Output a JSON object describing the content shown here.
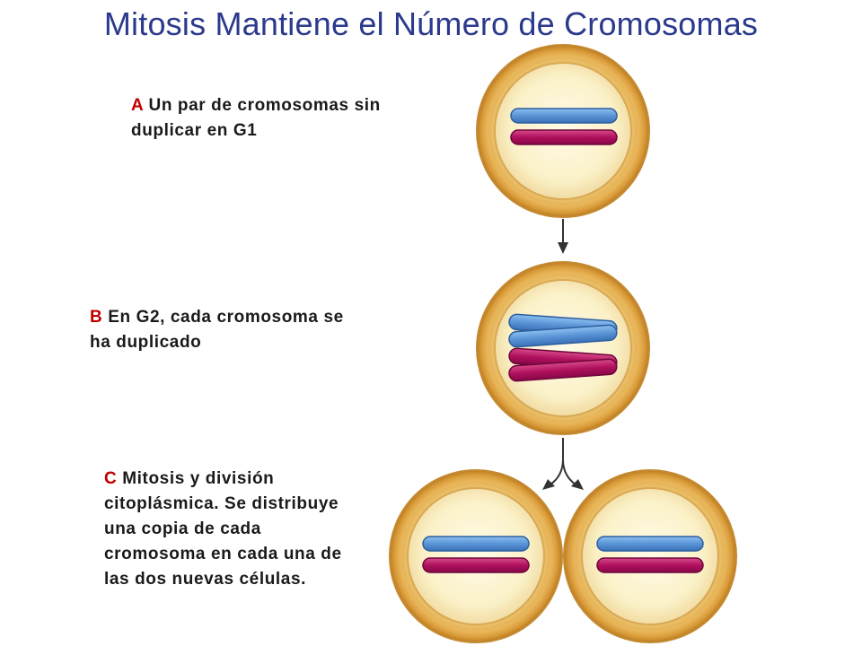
{
  "title": "Mitosis Mantiene el Número de Cromosomas",
  "steps": [
    {
      "letter": "A",
      "text": "Un par de cromosomas sin duplicar en G1"
    },
    {
      "letter": "B",
      "text": "En G2, cada cromosoma se ha duplicado"
    },
    {
      "letter": "C",
      "text": "Mitosis y división citoplásmica. Se distribuye una copia de cada cromosoma en cada una de las dos nuevas células."
    }
  ],
  "colors": {
    "title": "#2b3a8c",
    "step_letter": "#c00000",
    "cell_membrane": "#e0a84a",
    "cytoplasm": "#fbf1c8",
    "chromosome_blue": "#5a94d6",
    "chromosome_magenta": "#b0105e",
    "arrow": "#333333"
  }
}
